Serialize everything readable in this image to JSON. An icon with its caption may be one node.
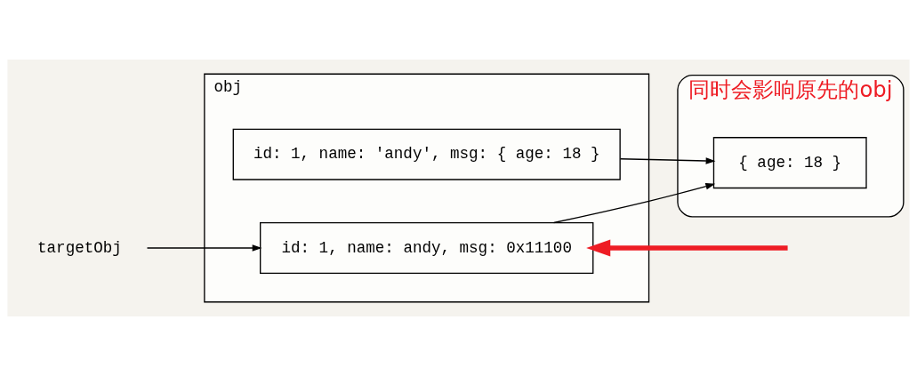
{
  "diagram": {
    "nodes": [
      {
        "text": [],
        "shape": "box",
        "beside": [
          "obj"
        ]
      },
      {
        "text": [
          "id: 1, name: andy, msg: 0x11100"
        ],
        "in": 0
      },
      {
        "text": [
          "id: 1, name: 'andy', msg: { age: 18 }"
        ],
        "in": 0
      },
      {
        "text": [
          "同时会影响原先的obj"
        ]
      },
      {
        "text": [
          "{ age: 18 }"
        ],
        "in": 3
      },
      {
        "text": [
          "targetObj"
        ]
      }
    ],
    "edges": [
      {
        "from": 5,
        "to": 1,
        "arrow": "to"
      },
      {
        "from": 1,
        "to": 4,
        "arrow": "to"
      },
      {
        "from": 2,
        "to": 4,
        "arrow": "to"
      },
      {
        "from": null,
        "to": 1,
        "arrow": "to",
        "style": "thick",
        "color": "#ee1c24"
      }
    ]
  }
}
